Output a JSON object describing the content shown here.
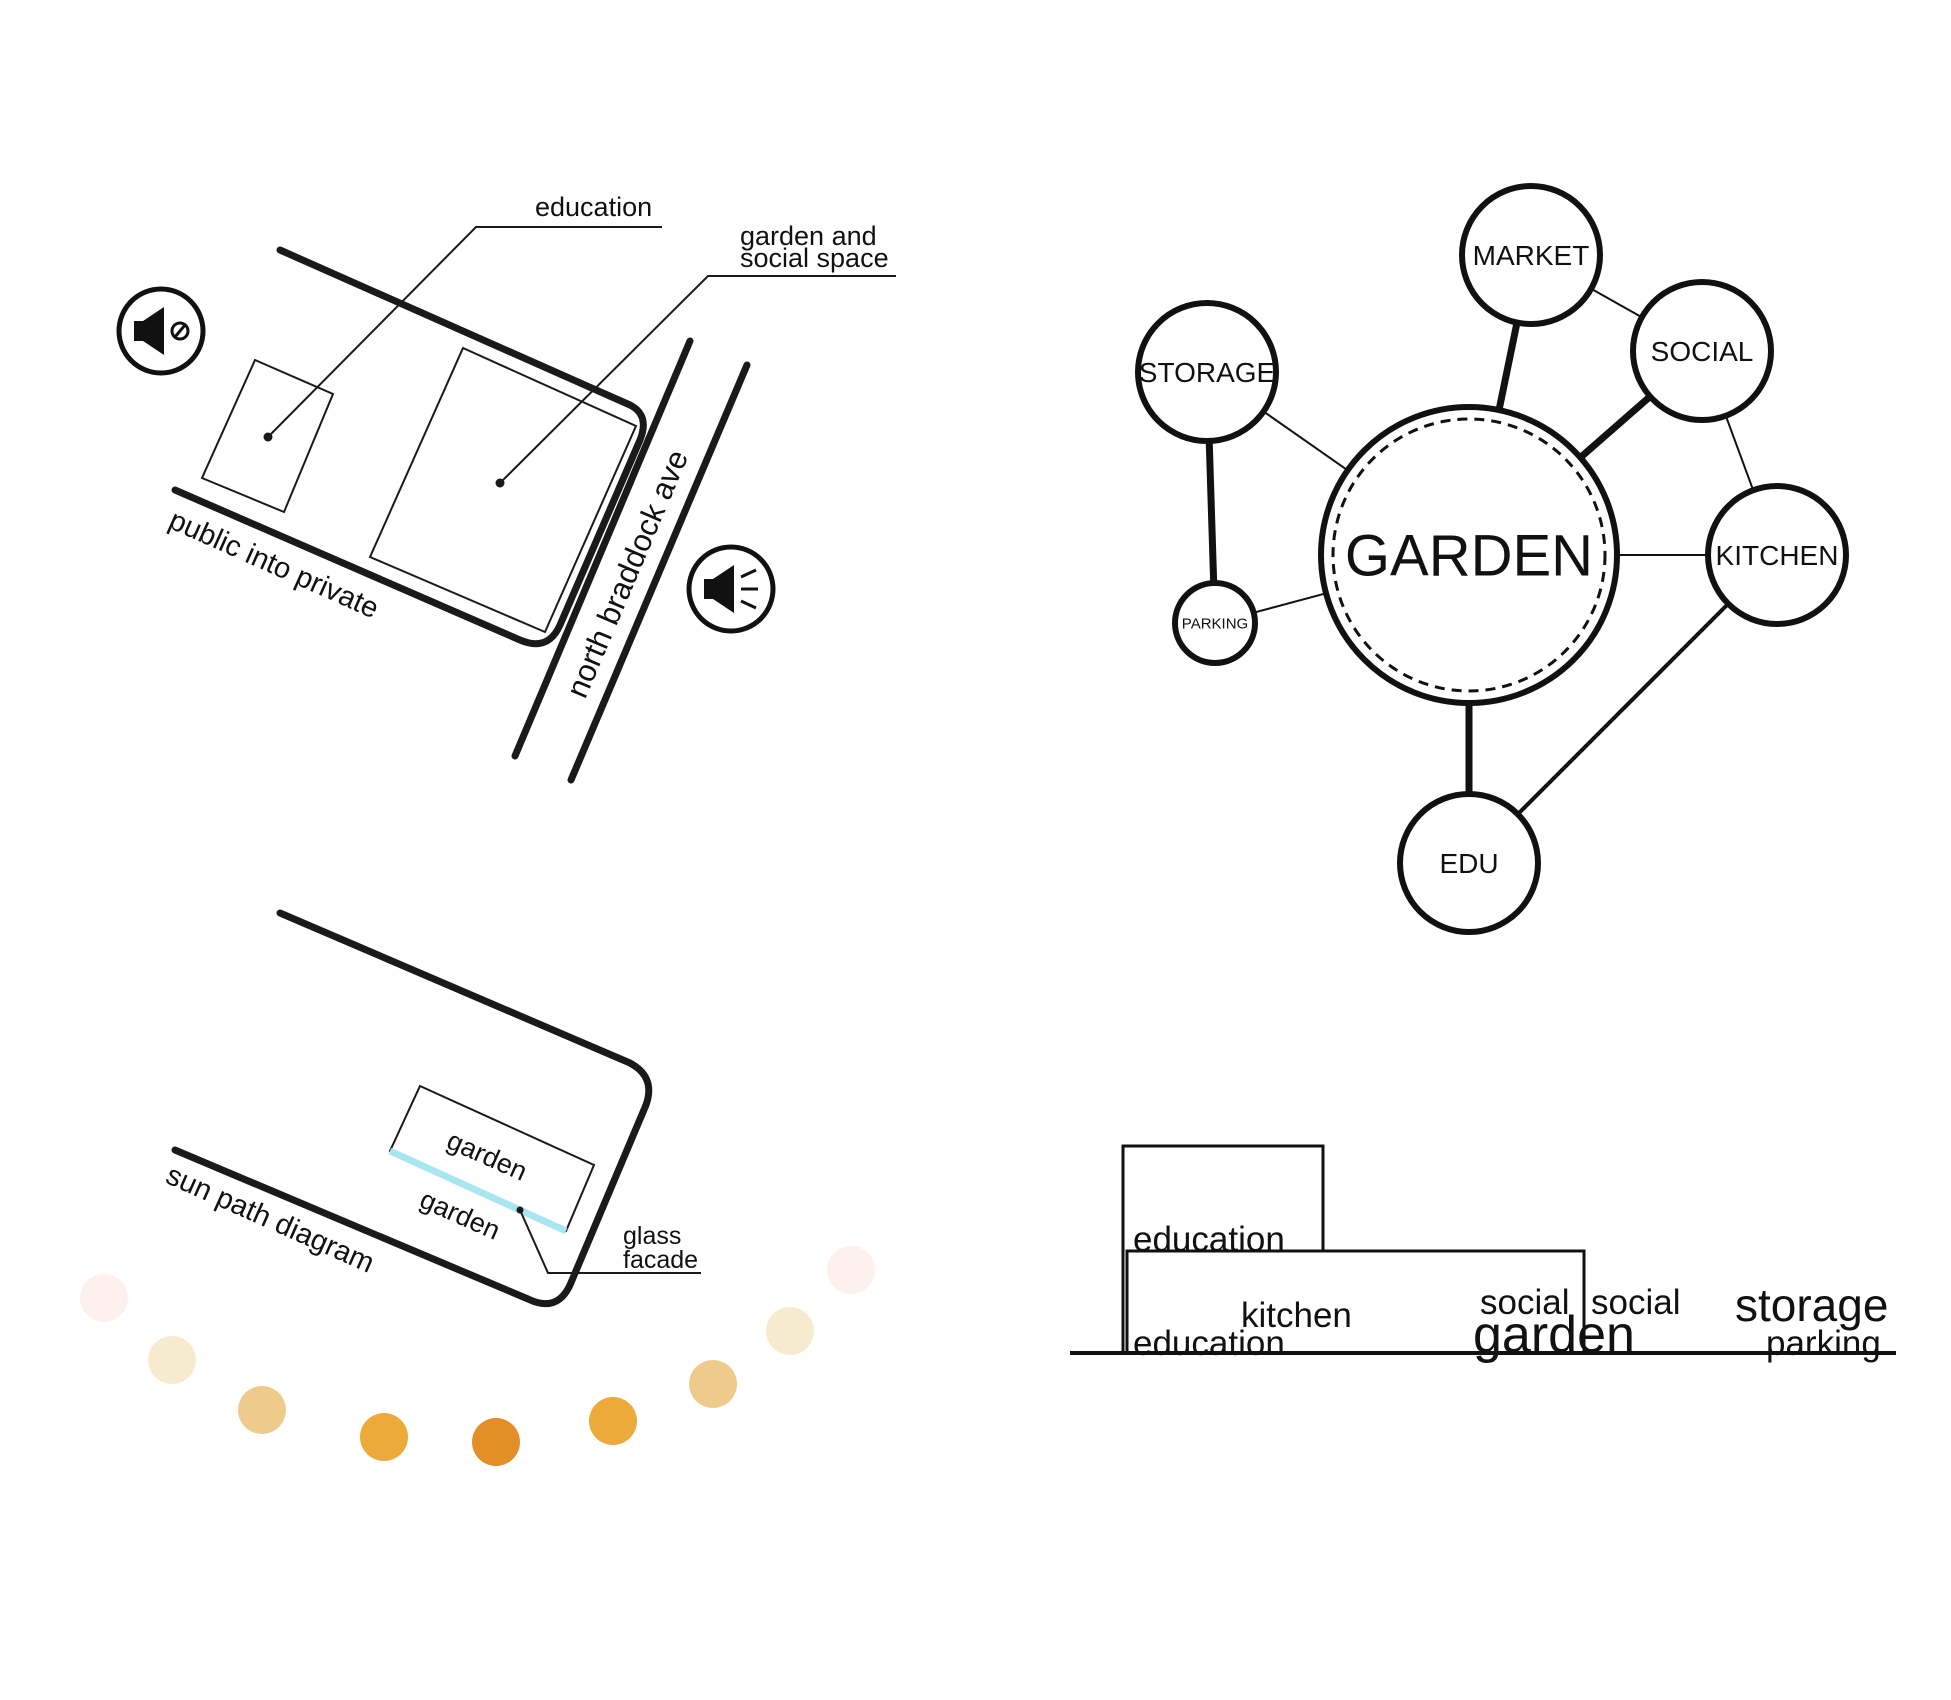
{
  "site_plan": {
    "labels": {
      "education": "education",
      "garden_line1": "garden and",
      "garden_line2": "social space",
      "street": "north braddock ave",
      "edge": "public into private"
    },
    "icons": [
      "speaker-muted-icon",
      "speaker-loud-icon"
    ]
  },
  "sun_plan": {
    "labels": {
      "garden_inside": "garden",
      "garden_outside": "garden",
      "glass_line1": "glass",
      "glass_line2": "facade",
      "caption": "sun path diagram"
    },
    "colors": {
      "glass": "#a8e6f2",
      "sun_dots": [
        "#fdf1ee",
        "#f7ebcf",
        "#efcb8b",
        "#ebaa3a",
        "#e38e27",
        "#ebaa3a",
        "#efcb8b",
        "#f7ebcf",
        "#fdf1ee"
      ]
    }
  },
  "bubble_diagram": {
    "nodes": [
      {
        "id": "garden",
        "label": "GARDEN"
      },
      {
        "id": "market",
        "label": "MARKET"
      },
      {
        "id": "storage",
        "label": "STORAGE"
      },
      {
        "id": "social",
        "label": "SOCIAL"
      },
      {
        "id": "kitchen",
        "label": "KITCHEN"
      },
      {
        "id": "parking",
        "label": "PARKING"
      },
      {
        "id": "edu",
        "label": "EDU"
      }
    ],
    "links": [
      {
        "from": "garden",
        "to": "market",
        "weight": "strong"
      },
      {
        "from": "garden",
        "to": "social",
        "weight": "strong"
      },
      {
        "from": "garden",
        "to": "edu",
        "weight": "strong"
      },
      {
        "from": "storage",
        "to": "parking",
        "weight": "strong"
      },
      {
        "from": "garden",
        "to": "storage",
        "weight": "weak"
      },
      {
        "from": "garden",
        "to": "parking",
        "weight": "weak"
      },
      {
        "from": "garden",
        "to": "kitchen",
        "weight": "weak"
      },
      {
        "from": "market",
        "to": "social",
        "weight": "weak"
      },
      {
        "from": "social",
        "to": "kitchen",
        "weight": "weak"
      },
      {
        "from": "kitchen",
        "to": "edu",
        "weight": "medium"
      }
    ]
  },
  "section": {
    "labels": {
      "education_upper": "education",
      "kitchen": "kitchen",
      "education_lower": "education",
      "social_left": "social",
      "social_right": "social",
      "garden": "garden",
      "storage": "storage",
      "parking": "parking"
    }
  }
}
